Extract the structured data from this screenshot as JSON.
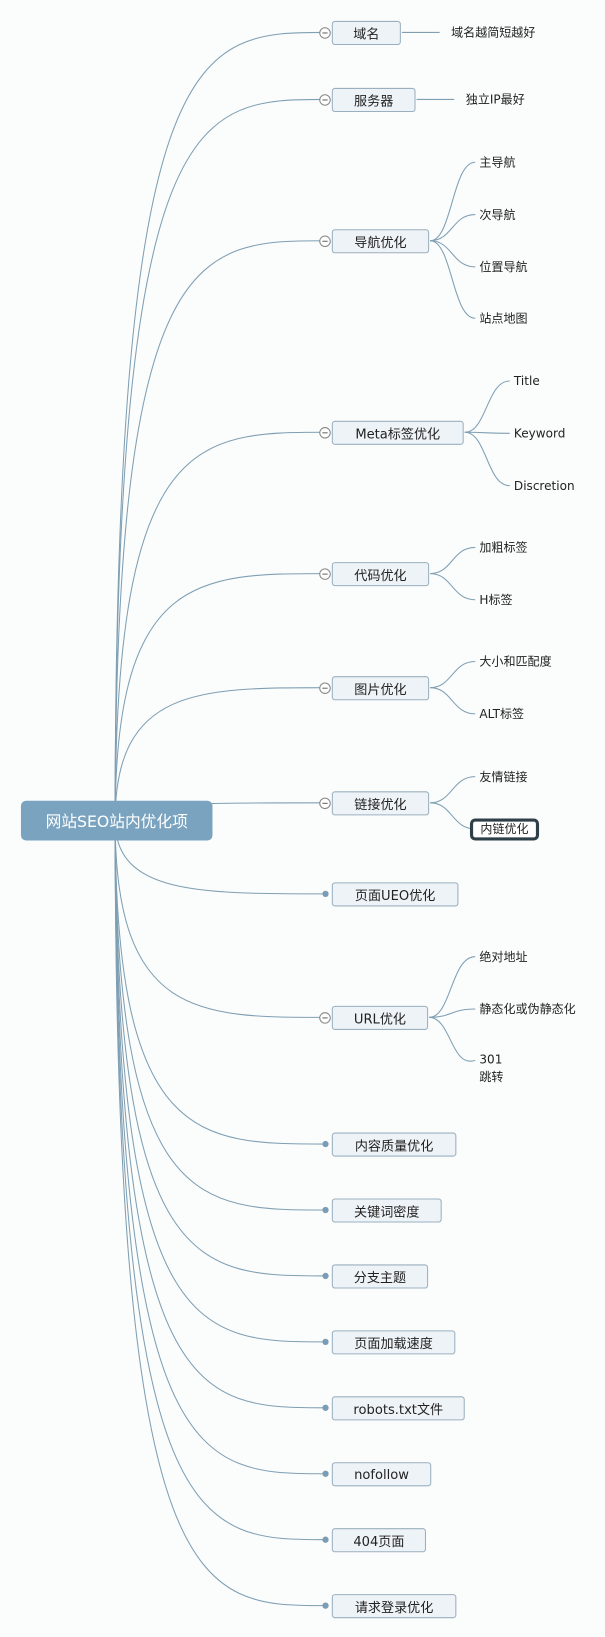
{
  "root": "网站SEO站内优化项",
  "colors": {
    "root": "#7aa3bf",
    "line": "#7f9fb3",
    "topic_bg": "#eef3f7"
  },
  "topics": [
    {
      "label": "域名",
      "collapsible": true,
      "children": [
        "域名越简短越好"
      ]
    },
    {
      "label": "服务器",
      "collapsible": true,
      "children": [
        "独立IP最好"
      ]
    },
    {
      "label": "导航优化",
      "collapsible": true,
      "children": [
        "主导航",
        "次导航",
        "位置导航",
        "站点地图"
      ]
    },
    {
      "label": "Meta标签优化",
      "collapsible": true,
      "children": [
        "Title",
        "Keyword",
        "Discretion"
      ]
    },
    {
      "label": "代码优化",
      "collapsible": true,
      "children": [
        "加粗标签",
        "H标签"
      ]
    },
    {
      "label": "图片优化",
      "collapsible": true,
      "children": [
        "大小和匹配度",
        "ALT标签"
      ]
    },
    {
      "label": "链接优化",
      "collapsible": true,
      "children": [
        "友情链接",
        "内链优化"
      ],
      "selected_child": 1
    },
    {
      "label": "页面UEO优化",
      "collapsible": false,
      "children": []
    },
    {
      "label": "URL优化",
      "collapsible": true,
      "children": [
        "绝对地址",
        "静态化或伪静态化",
        "301\n跳转"
      ]
    },
    {
      "label": "内容质量优化",
      "collapsible": false,
      "children": []
    },
    {
      "label": "关键词密度",
      "collapsible": false,
      "children": []
    },
    {
      "label": "分支主题",
      "collapsible": false,
      "children": []
    },
    {
      "label": "页面加载速度",
      "collapsible": false,
      "children": []
    },
    {
      "label": "robots.txt文件",
      "collapsible": false,
      "children": []
    },
    {
      "label": "nofollow",
      "collapsible": false,
      "children": []
    },
    {
      "label": "404页面",
      "collapsible": false,
      "children": []
    },
    {
      "label": "请求登录优化",
      "collapsible": false,
      "children": []
    }
  ]
}
